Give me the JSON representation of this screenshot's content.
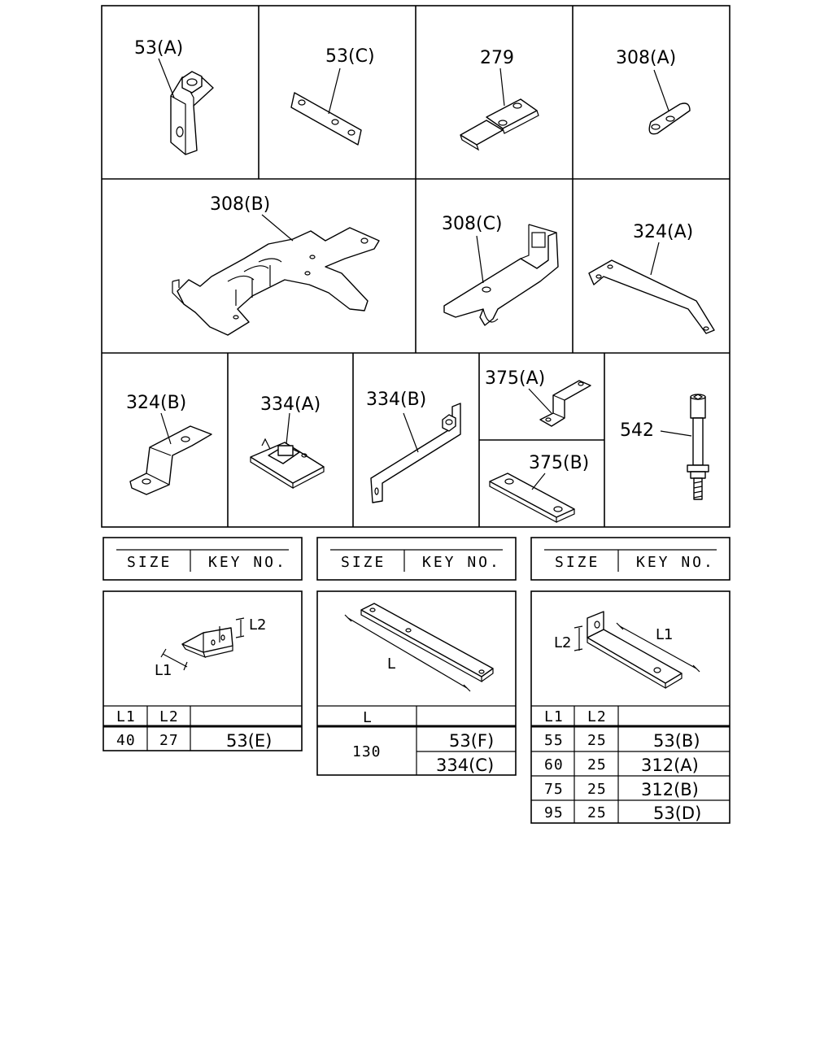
{
  "parts": {
    "p53a": "53(A)",
    "p53c": "53(C)",
    "p279": "279",
    "p308a": "308(A)",
    "p308b": "308(B)",
    "p308c": "308(C)",
    "p324a": "324(A)",
    "p324b": "324(B)",
    "p334a": "334(A)",
    "p334b": "334(B)",
    "p375a": "375(A)",
    "p375b": "375(B)",
    "p542": "542"
  },
  "size_tables": [
    {
      "header": {
        "size": "SIZE",
        "key": "KEY NO."
      },
      "dims": {
        "l1": "L1",
        "l2": "L2"
      },
      "columns": [
        "L1",
        "L2",
        ""
      ],
      "rows": [
        {
          "l1": "40",
          "l2": "27",
          "key": "53(E)"
        }
      ]
    },
    {
      "header": {
        "size": "SIZE",
        "key": "KEY NO."
      },
      "dims": {
        "l": "L"
      },
      "columns": [
        "L",
        ""
      ],
      "rows": [
        {
          "l": "130",
          "keys": [
            "53(F)",
            "334(C)"
          ]
        }
      ]
    },
    {
      "header": {
        "size": "SIZE",
        "key": "KEY NO."
      },
      "dims": {
        "l1": "L1",
        "l2": "L2"
      },
      "columns": [
        "L1",
        "L2",
        ""
      ],
      "rows": [
        {
          "l1": "55",
          "l2": "25",
          "key": "53(B)"
        },
        {
          "l1": "60",
          "l2": "25",
          "key": "312(A)"
        },
        {
          "l1": "75",
          "l2": "25",
          "key": "312(B)"
        },
        {
          "l1": "95",
          "l2": "25",
          "key": "53(D)"
        }
      ]
    }
  ]
}
